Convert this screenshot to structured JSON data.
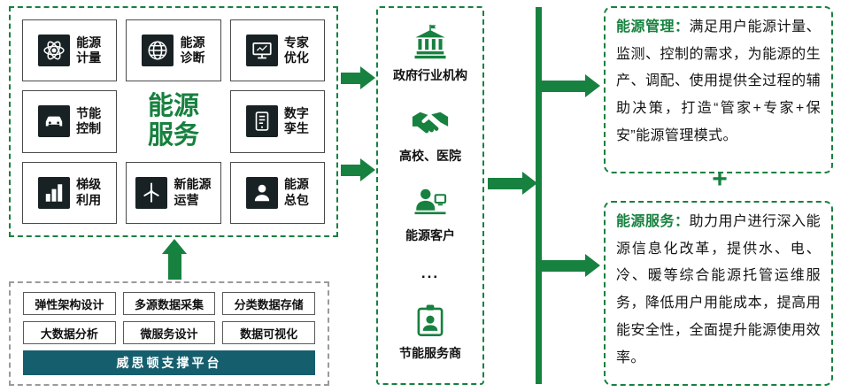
{
  "colors": {
    "green": "#17813f",
    "dark": "#182224",
    "teal": "#155e6d"
  },
  "service_panel": {
    "title": "能源\n服务",
    "items": [
      {
        "label": "能源\n计量",
        "icon": "atom-icon"
      },
      {
        "label": "能源\n诊断",
        "icon": "globe-icon"
      },
      {
        "label": "专家\n优化",
        "icon": "monitor-icon"
      },
      {
        "label": "节能\n控制",
        "icon": "car-icon"
      },
      {
        "label": "数字\n孪生",
        "icon": "tablet-icon"
      },
      {
        "label": "梯级\n利用",
        "icon": "steps-icon"
      },
      {
        "label": "新能源\n运营",
        "icon": "wind-turbine-icon"
      },
      {
        "label": "能源\n总包",
        "icon": "person-icon"
      }
    ]
  },
  "platform_panel": {
    "items": [
      {
        "label": "弹性架构设计"
      },
      {
        "label": "多源数据采集"
      },
      {
        "label": "分类数据存储"
      },
      {
        "label": "大数据分析"
      },
      {
        "label": "微服务设计"
      },
      {
        "label": "数据可视化"
      }
    ],
    "footer": "威思顿支撑平台"
  },
  "customers_panel": {
    "items": [
      {
        "label": "政府行业机构",
        "icon": "government-building-icon"
      },
      {
        "label": "高校、医院",
        "icon": "handshake-icon"
      },
      {
        "label": "能源客户",
        "icon": "customer-icon"
      },
      {
        "label": "...",
        "icon": ""
      },
      {
        "label": "节能服务商",
        "icon": "id-badge-icon"
      }
    ]
  },
  "value_panel": {
    "management": {
      "title": "能源管理：",
      "body": "满足用户能源计量、监测、控制的需求，为能源的生产、调配、使用提供全过程的辅助决策，打造“管家+专家+保安”能源管理模式。"
    },
    "plus": "+",
    "service": {
      "title": "能源服务：",
      "body": "助力用户进行深入能源信息化改革，提供水、电、冷、暖等综合能源托管运维服务，降低用户用能成本，提高用能安全性，全面提升能源使用效率。"
    }
  }
}
